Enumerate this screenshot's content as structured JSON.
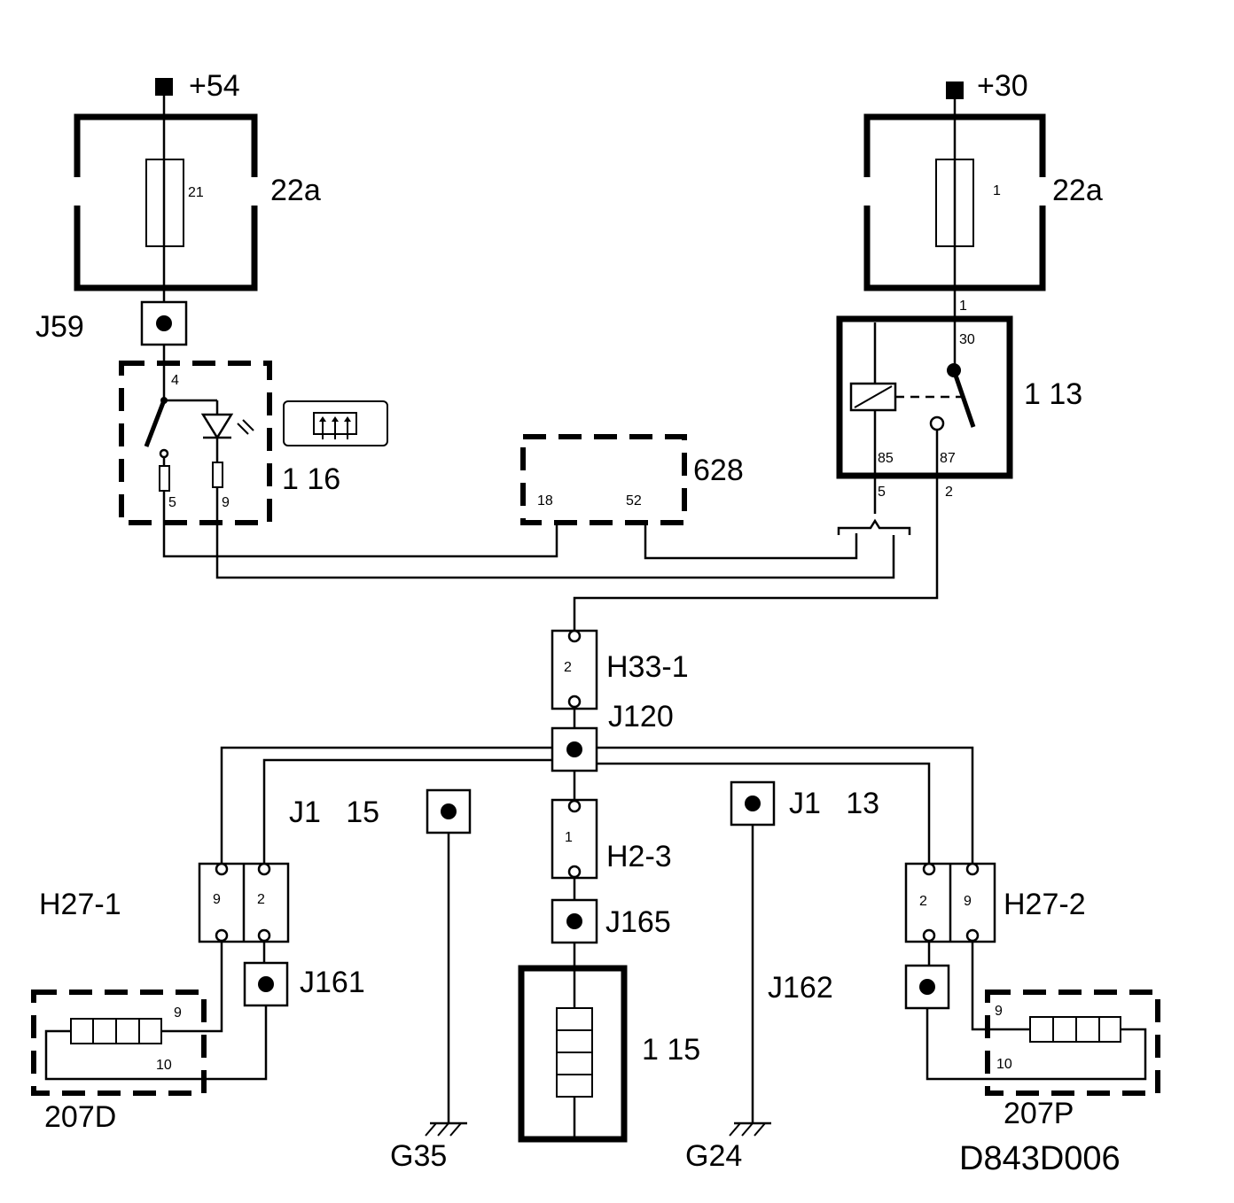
{
  "diagram": {
    "code": "D843D006",
    "supplies": {
      "left": "+54",
      "right": "+30"
    },
    "fuse_boxes": {
      "left": "22a",
      "right": "22a"
    },
    "fuses": {
      "left": "21",
      "right": "1"
    },
    "relay": {
      "label": "1 13",
      "pins": {
        "p1": "1",
        "p30": "30",
        "p85": "85",
        "p87": "87",
        "p5": "5",
        "p2": "2"
      }
    },
    "switch": {
      "label": "1 16",
      "pins": {
        "p4": "4",
        "p5": "5",
        "p9": "9"
      }
    },
    "module": {
      "label": "628",
      "pins": {
        "p18": "18",
        "p52": "52"
      }
    },
    "connectors": {
      "h33": {
        "label": "H33-1",
        "pin": "2"
      },
      "h2": {
        "label": "H2-3",
        "pin": "1"
      },
      "h27_1": {
        "label": "H27-1",
        "pin_a": "9",
        "pin_b": "2"
      },
      "h27_2": {
        "label": "H27-2",
        "pin_a": "2",
        "pin_b": "9"
      }
    },
    "junctions": {
      "j59": "J59",
      "j120": "J120",
      "j115": "J1   15",
      "j113": "J1   13",
      "j165": "J165",
      "j161": "J161",
      "j162": "J162"
    },
    "components": {
      "c115": "1 15"
    },
    "heaters": {
      "left": {
        "label": "207D",
        "pin_top": "9",
        "pin_bottom": "10"
      },
      "right": {
        "label": "207P",
        "pin_top": "9",
        "pin_bottom": "10"
      }
    },
    "grounds": {
      "g35": "G35",
      "g24": "G24"
    }
  }
}
